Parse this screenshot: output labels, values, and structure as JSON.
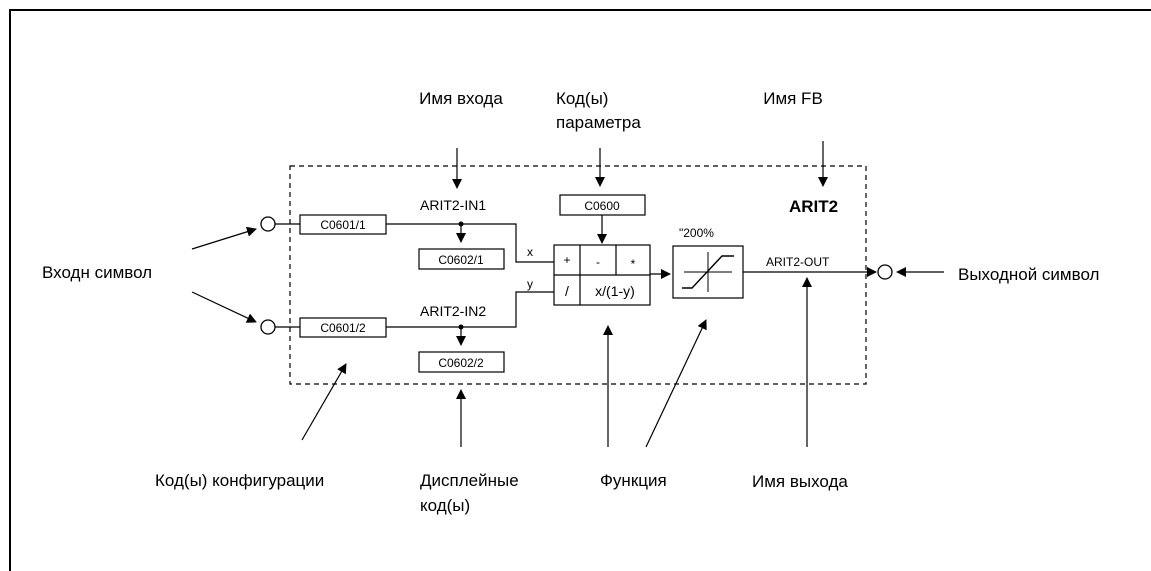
{
  "callouts": {
    "input_name": "Имя входа",
    "param_code_line1": "Код(ы)",
    "param_code_line2": "параметра",
    "fb_name": "Имя FB",
    "input_symbol": "Входн символ",
    "output_symbol": "Выходной символ",
    "config_code": "Код(ы) конфигурации",
    "display_code_line1": "Дисплейные",
    "display_code_line2": "код(ы)",
    "function": "Функция",
    "output_name": "Имя выхода"
  },
  "block": {
    "fb_name": "ARIT2",
    "in1_name": "ARIT2-IN1",
    "in2_name": "ARIT2-IN2",
    "out_name": "ARIT2-OUT",
    "config_code_1": "C0601/1",
    "config_code_2": "C0601/2",
    "display_code_1": "C0602/1",
    "display_code_2": "C0602/2",
    "param_code": "C0600",
    "x_label": "x",
    "y_label": "y",
    "op_plus": "+",
    "op_minus": "-",
    "op_mul": "*",
    "op_div": "/",
    "op_formula": "x/(1-y)",
    "limit_label": "\"200%"
  }
}
